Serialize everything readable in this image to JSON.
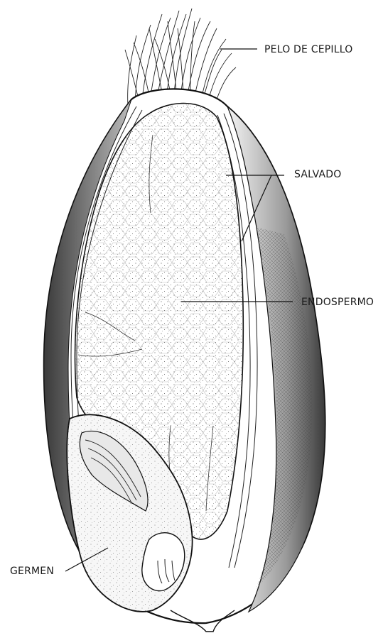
{
  "labels": {
    "brush_hair": "PELO DE CEPILLO",
    "bran": "SALVADO",
    "endosperm": "ENDOSPERMO",
    "germ": "GERMEN"
  },
  "colors": {
    "ink": "#1a1a1a",
    "paper": "#ffffff",
    "hull_shade": "#6e6e6e"
  }
}
